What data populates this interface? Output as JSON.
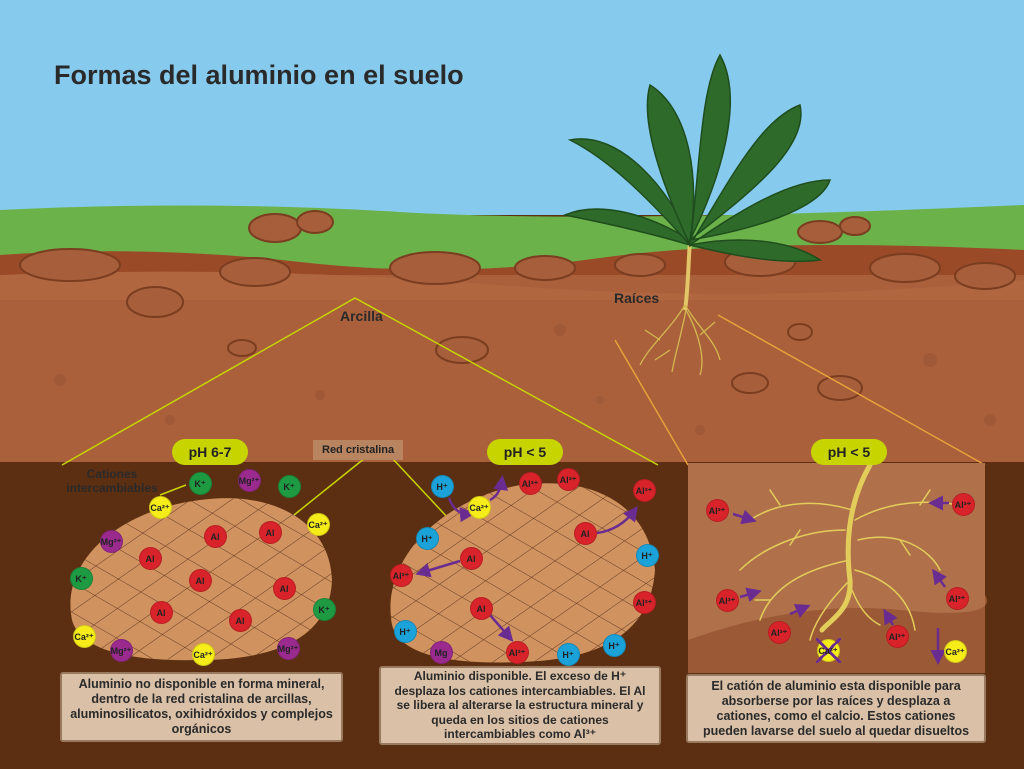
{
  "title": "Formas del aluminio en el suelo",
  "labels": {
    "arcilla": "Arcilla",
    "raices": "Raíces",
    "red_cristalina": "Red cristalina",
    "cationes_intercambiables": "Cationes intercambiables"
  },
  "panels": [
    {
      "ph": "pH 6-7",
      "description": "Aluminio no disponible en forma mineral, dentro de la red cristalina de arcillas, aluminosilicatos, oxihidróxidos y complejos orgánicos"
    },
    {
      "ph": "pH < 5",
      "description": "Aluminio disponible. El exceso de H⁺ desplaza los cationes intercambiables. El Al se libera al alterarse la estructura mineral y queda en los sitios de cationes intercambiables como Al³⁺"
    },
    {
      "ph": "pH < 5",
      "description": "El catión de aluminio esta disponible para absorberse por las raíces y desplaza a cationes, como el calcio. Estos cationes pueden lavarse del suelo al quedar disueltos"
    }
  ],
  "ions": {
    "al": "Al",
    "al3": "Al³⁺",
    "k": "K⁺",
    "mg2": "Mg²⁺",
    "mg": "Mg",
    "ca2": "Ca²⁺",
    "h": "H⁺"
  },
  "colors": {
    "sky": "#86cbee",
    "grass": "#6cb24a",
    "soil": "#b0714a",
    "dark_soil": "#5c2f12",
    "ph_badge": "#c8d400",
    "aluminum": "#d9232a",
    "potassium": "#1e9a43",
    "magnesium": "#9b2a8f",
    "calcium": "#f5ec1a",
    "hydrogen": "#1ba2d8",
    "arrow": "#6a2c91"
  }
}
